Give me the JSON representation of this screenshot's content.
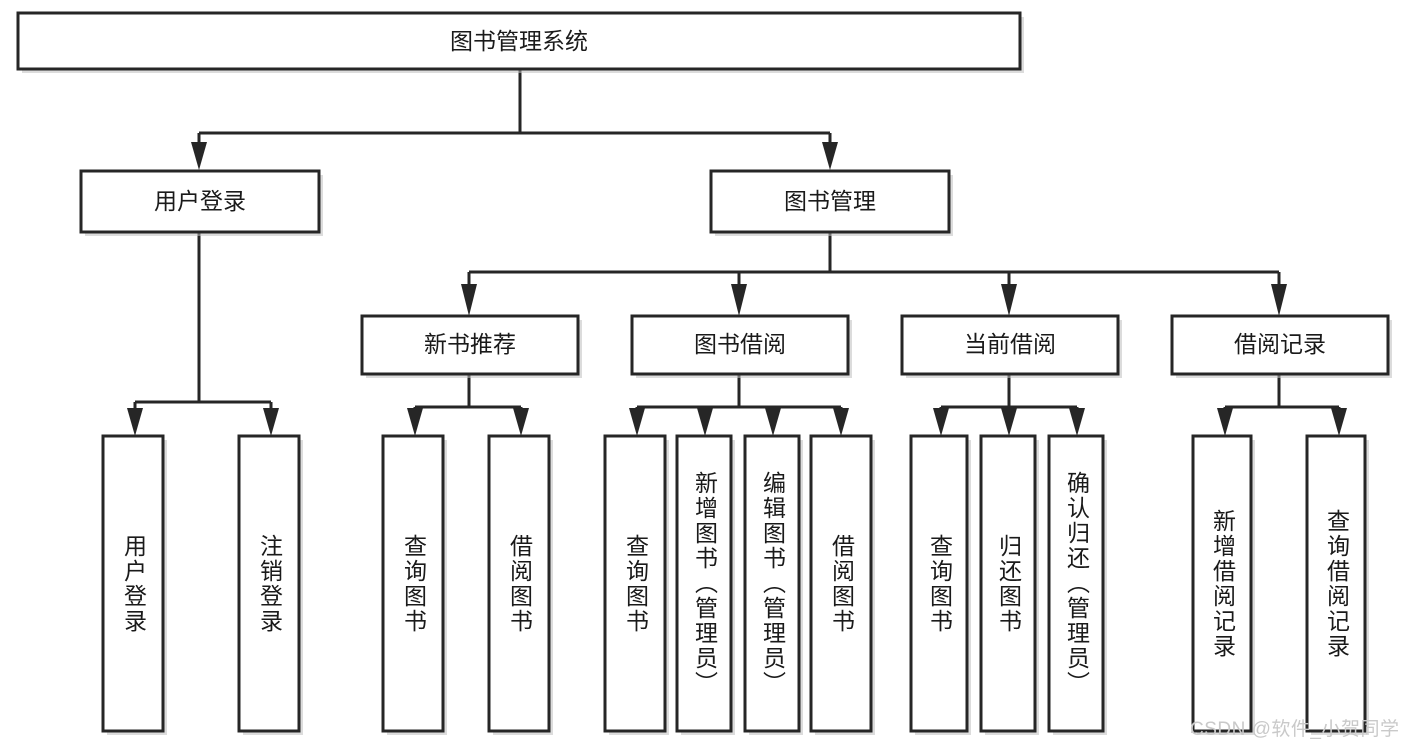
{
  "diagram": {
    "type": "org-tree",
    "title": "图书管理系统",
    "watermark": "CSDN @软件_小贺同学",
    "levels": {
      "root": {
        "label": "图书管理系统"
      },
      "level2": [
        {
          "id": "user-login",
          "label": "用户登录"
        },
        {
          "id": "book-manage",
          "label": "图书管理"
        }
      ],
      "level3": [
        {
          "id": "new-book-rec",
          "label": "新书推荐"
        },
        {
          "id": "book-borrow",
          "label": "图书借阅"
        },
        {
          "id": "current-borrow",
          "label": "当前借阅"
        },
        {
          "id": "borrow-record",
          "label": "借阅记录"
        }
      ],
      "level4": [
        {
          "id": "leaf-user-login",
          "label": "用户登录",
          "parent": "user-login"
        },
        {
          "id": "leaf-logout",
          "label": "注销登录",
          "parent": "user-login"
        },
        {
          "id": "leaf-query-book-1",
          "label": "查询图书",
          "parent": "new-book-rec"
        },
        {
          "id": "leaf-borrow-book-1",
          "label": "借阅图书",
          "parent": "new-book-rec"
        },
        {
          "id": "leaf-query-book-2",
          "label": "查询图书",
          "parent": "book-borrow"
        },
        {
          "id": "leaf-add-book",
          "label": "新增图书（管理员）",
          "parent": "book-borrow"
        },
        {
          "id": "leaf-edit-book",
          "label": "编辑图书（管理员）",
          "parent": "book-borrow"
        },
        {
          "id": "leaf-borrow-book-2",
          "label": "借阅图书",
          "parent": "book-borrow"
        },
        {
          "id": "leaf-query-book-3",
          "label": "查询图书",
          "parent": "current-borrow"
        },
        {
          "id": "leaf-return-book",
          "label": "归还图书",
          "parent": "current-borrow"
        },
        {
          "id": "leaf-confirm-return",
          "label": "确认归还（管理员）",
          "parent": "current-borrow"
        },
        {
          "id": "leaf-add-record",
          "label": "新增借阅记录",
          "parent": "borrow-record"
        },
        {
          "id": "leaf-query-record",
          "label": "查询借阅记录",
          "parent": "borrow-record"
        }
      ]
    },
    "colors": {
      "stroke": "#262626",
      "fill": "#ffffff",
      "text": "#1a1a1a",
      "shadow": "#bfbfbf",
      "watermark": "#c9c9c9"
    }
  }
}
